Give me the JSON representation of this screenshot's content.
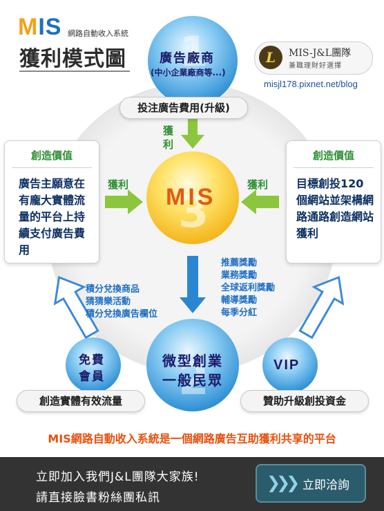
{
  "header": {
    "logo_m": "M",
    "logo_i": "I",
    "logo_s": "S",
    "logo_sub": "網路自動收入系統",
    "title": "獲利模式圖"
  },
  "brand": {
    "icon": "L",
    "name": "MIS-J&L團隊",
    "tagline": "兼職理財好選擇",
    "url": "misjl178.pixnet.net/blog"
  },
  "nodes": {
    "advertiser": {
      "number": "1",
      "title": "廣告廠商",
      "subtitle": "(中小企業廠商等...)",
      "pill": "投注廣告費用(升級)"
    },
    "mis": {
      "number": "3",
      "title": "MIS"
    },
    "public": {
      "number": "2",
      "line1": "微型創業",
      "line2": "一般民眾"
    },
    "free_member": {
      "line1": "免費",
      "line2": "會員",
      "pill": "創造實體有效流量"
    },
    "vip": {
      "title": "VIP",
      "pill": "贊助升級創投資金"
    }
  },
  "left_box": {
    "header": "創造價值",
    "body": "廣告主願意在有龐大實體流量的平台上持續支付廣告費用"
  },
  "right_box": {
    "header": "創造價值",
    "body": "目標創投120個網站並架構網路通路創造網站獲利"
  },
  "labels": {
    "top_profit_1": "獲",
    "top_profit_2": "利",
    "left_profit": "獲利",
    "right_profit": "獲利"
  },
  "free_rewards": [
    "積分兌換商品",
    "猜猜樂活動",
    "積分兌換廣告欄位"
  ],
  "vip_rewards": [
    "推薦獎勵",
    "業務獎勵",
    "全球返利獎勵",
    "輔導獎勵",
    "每季分紅"
  ],
  "tagline": "MIS網路自動收入系統是一個網路廣告互助獲利共享的平台",
  "footer": {
    "line1": "立即加入我們J&L團隊大家族!",
    "line2": "請直接臉書粉絲團私訊",
    "cta_arrows": "❯❯❯",
    "cta_label": "立即洽詢"
  },
  "colors": {
    "green": "#2f8f34",
    "blue": "#1e6fc2",
    "orange": "#e8500c",
    "navy": "#0d2f63",
    "footer": "#333333"
  }
}
